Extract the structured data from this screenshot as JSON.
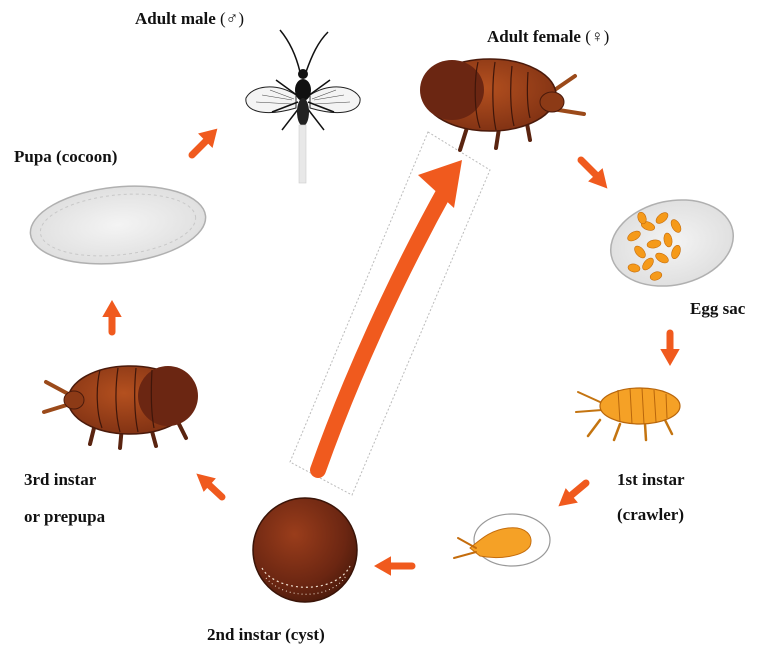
{
  "stages": {
    "adult_male": {
      "label": "Adult male",
      "symbol": "(♂)"
    },
    "adult_female": {
      "label": "Adult female",
      "symbol": "(♀)"
    },
    "pupa": {
      "label": "Pupa (cocoon)"
    },
    "egg_sac": {
      "label": "Egg sac"
    },
    "first_instar": {
      "line1": "1st instar",
      "line2": "(crawler)"
    },
    "third_instar": {
      "line1": "3rd instar",
      "line2": "or prepupa"
    },
    "second_instar": {
      "label": "2nd instar (cyst)"
    }
  },
  "colors": {
    "arrow": "#f05a1e",
    "body_dark": "#7a2e12",
    "body_mid": "#a8461c",
    "crawler": "#f5a126",
    "egg": "#f59a1a",
    "cyst": "#6b2612",
    "cocoon": "#e9e9e9"
  }
}
